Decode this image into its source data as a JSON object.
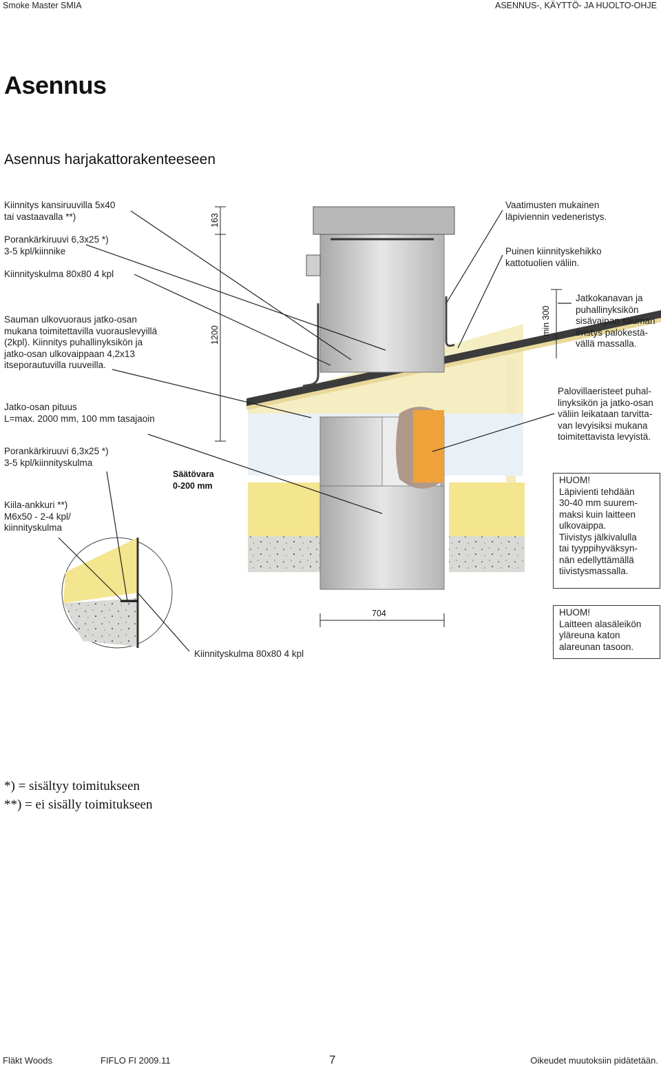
{
  "header": {
    "left": "Smoke Master SMIA",
    "right": "ASENNUS-, KÄYTTÖ- JA HUOLTO-OHJE"
  },
  "title": "Asennus",
  "subtitle": "Asennus harjakattorakenteeseen",
  "labels": {
    "kiinnitys_kansiruuvi": "Kiinnitys kansiruuvilla 5x40\ntai vastaavalla **)",
    "porankarkiruuvi_top": "Porankärkiruuvi 6,3x25 *)\n3-5 kpl/kiinnike",
    "kiinnityskulma_top": "Kiinnityskulma 80x80 4 kpl",
    "sauman_ulkovuoraus": "Sauman ulkovuoraus jatko-osan\nmukana toimitettavilla vuorauslevyillä\n(2kpl). Kiinnitys puhallinyksikön ja\njatko-osan ulkovaippaan 4,2x13\nitseporautuvilla ruuveilla.",
    "jatko_osan_pituus": "Jatko-osan pituus\nL=max. 2000 mm, 100 mm tasajaoin",
    "porankarkiruuvi_mid": "Porankärkiruuvi 6,3x25 *)\n3-5 kpl/kiinnityskulma",
    "kiila_ankkuri": "Kiila-ankkuri **)\nM6x50 - 2-4 kpl/\nkiinnityskulma",
    "saatovara": "Säätövara\n0-200 mm",
    "kiinnityskulma_bottom": "Kiinnityskulma 80x80 4 kpl",
    "vaatimusten": "Vaatimusten mukainen\nläpiviennin vedeneristys.",
    "puinen": "Puinen kiinnityskehikko\nkattotuolien väliin.",
    "jatkokanavan": "Jatkokanavan ja\npuhallinyksikön\nsisävaipan sauman\neristys palokestä-\nvällä massalla.",
    "palovillaeristeet": "Palovillaeristeet puhal-\nlinyksikön ja jatko-osan\nväliin leikataan tarvitta-\nvan levyisiksi mukana\ntoimitettavista levyistä."
  },
  "notes": {
    "huom1": "HUOM!\nLäpivienti tehdään\n30-40 mm suurem-\nmaksi kuin laitteen\nulkovaippa.\nTiivistys jälkivalulla\ntai tyyppihyväksyn-\nnän edellyttämällä\ntiivistysmassalla.",
    "huom2": "HUOM!\nLaitteen alasäleikön\nyläreuna katon\nalareunan tasoon."
  },
  "dimensions": {
    "d163": "163",
    "d1200": "1200",
    "min300": "min 300",
    "d704": "704"
  },
  "legend": {
    "line1": "*)   = sisältyy toimitukseen",
    "line2": "**)  = ei sisälly toimitukseen"
  },
  "footer": {
    "company": "Fläkt Woods",
    "doc": "FIFLO  FI  2009.11",
    "page": "7",
    "rights": "Oikeudet muutoksiin pidätetään."
  }
}
